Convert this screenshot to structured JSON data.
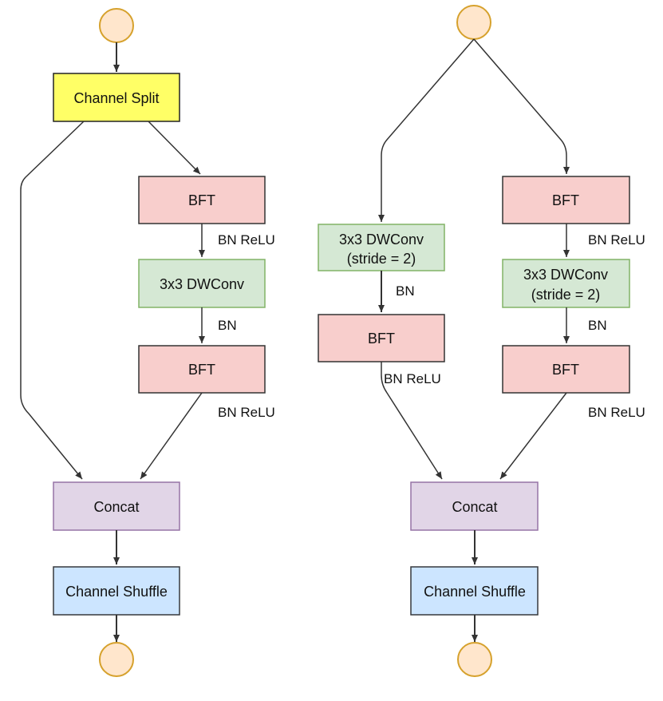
{
  "colors": {
    "node_circle_fill": "#ffe6cc",
    "node_circle_stroke": "#d6a12c",
    "channel_split_fill": "#ffff66",
    "channel_split_stroke": "#222222",
    "bft_fill": "#f8cecc",
    "bft_stroke": "#333333",
    "dwconv_fill": "#d5e8d4",
    "dwconv_stroke": "#82b366",
    "concat_fill": "#e1d5e7",
    "concat_stroke": "#9673a6",
    "shuffle_fill": "#cce5ff",
    "shuffle_stroke": "#36393d",
    "edge": "#333333"
  },
  "left_unit": {
    "channel_split": "Channel Split",
    "bft_top": "BFT",
    "label_after_bft_top": "BN ReLU",
    "dwconv": "3x3 DWConv",
    "label_after_dwconv": "BN",
    "bft_bottom": "BFT",
    "label_after_bft_bottom": "BN ReLU",
    "concat": "Concat",
    "shuffle": "Channel Shuffle"
  },
  "right_unit": {
    "left_branch": {
      "dwconv_line1": "3x3 DWConv",
      "dwconv_line2": "(stride = 2)",
      "label_after_dwconv": "BN",
      "bft": "BFT",
      "label_after_bft": "BN ReLU"
    },
    "right_branch": {
      "bft_top": "BFT",
      "label_after_bft_top": "BN ReLU",
      "dwconv_line1": "3x3 DWConv",
      "dwconv_line2": "(stride = 2)",
      "label_after_dwconv": "BN",
      "bft_bottom": "BFT",
      "label_after_bft_bottom": "BN ReLU"
    },
    "concat": "Concat",
    "shuffle": "Channel Shuffle"
  }
}
